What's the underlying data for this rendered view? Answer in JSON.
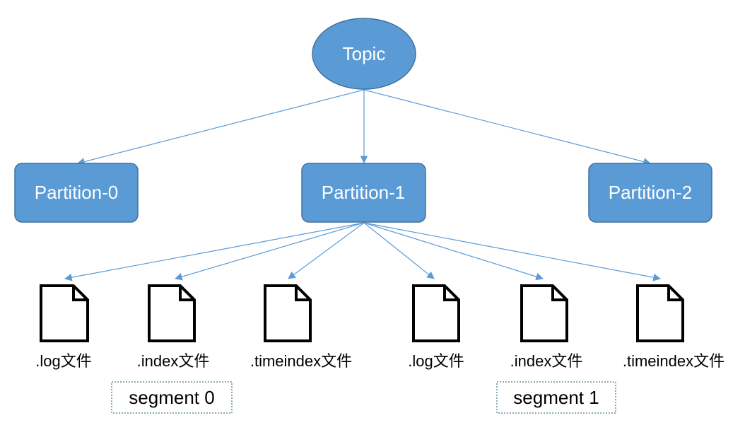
{
  "colors": {
    "node_fill": "#5b9bd5",
    "node_stroke": "#41719c",
    "edge": "#5b9bd5",
    "node_text": "#ffffff",
    "file_stroke": "#000000",
    "segment_border": "#4a7b8c"
  },
  "topic": {
    "label": "Topic"
  },
  "partitions": [
    {
      "label": "Partition-0"
    },
    {
      "label": "Partition-1"
    },
    {
      "label": "Partition-2"
    }
  ],
  "files": [
    {
      "label": ".log文件",
      "icon": "document-icon"
    },
    {
      "label": ".index文件",
      "icon": "document-icon"
    },
    {
      "label": ".timeindex文件",
      "icon": "document-icon"
    },
    {
      "label": ".log文件",
      "icon": "document-icon"
    },
    {
      "label": ".index文件",
      "icon": "document-icon"
    },
    {
      "label": ".timeindex文件",
      "icon": "document-icon"
    }
  ],
  "segments": [
    {
      "label": "segment 0"
    },
    {
      "label": "segment 1"
    }
  ]
}
